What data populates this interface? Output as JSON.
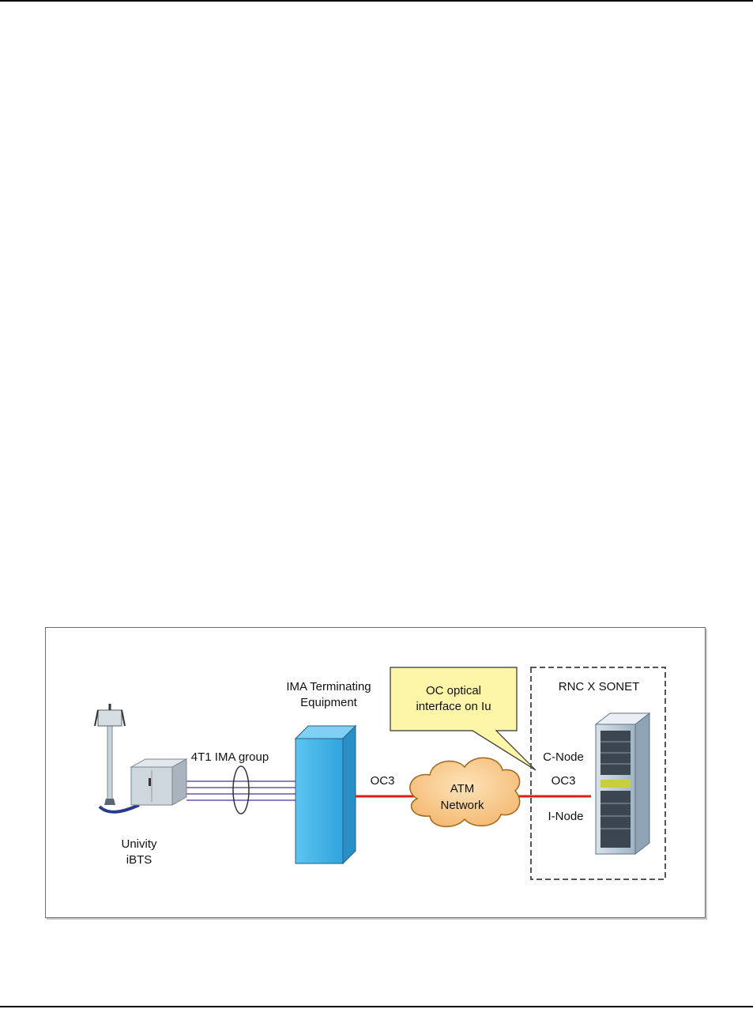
{
  "diagram": {
    "nodes": {
      "ibts": {
        "label_line1": "Univity",
        "label_line2": "iBTS"
      },
      "ima_equipment": {
        "label_line1": "IMA Terminating",
        "label_line2": "Equipment"
      },
      "atm_network": {
        "label_line1": "ATM",
        "label_line2": "Network"
      },
      "rnc": {
        "title": "RNC X SONET",
        "c_node": "C-Node",
        "i_node": "I-Node"
      }
    },
    "links": {
      "ima_group": "4T1 IMA group",
      "oc3_left": "OC3",
      "oc3_right": "OC3"
    },
    "callout": {
      "line1": "OC optical",
      "line2": "interface on Iu",
      "fill": "#fdf5a8"
    },
    "colors": {
      "link_red": "#e51b1b",
      "t1_lines": "#8a7fc4",
      "equipment_blue": "#45b6ea",
      "cloud": "#f6c58a"
    }
  }
}
